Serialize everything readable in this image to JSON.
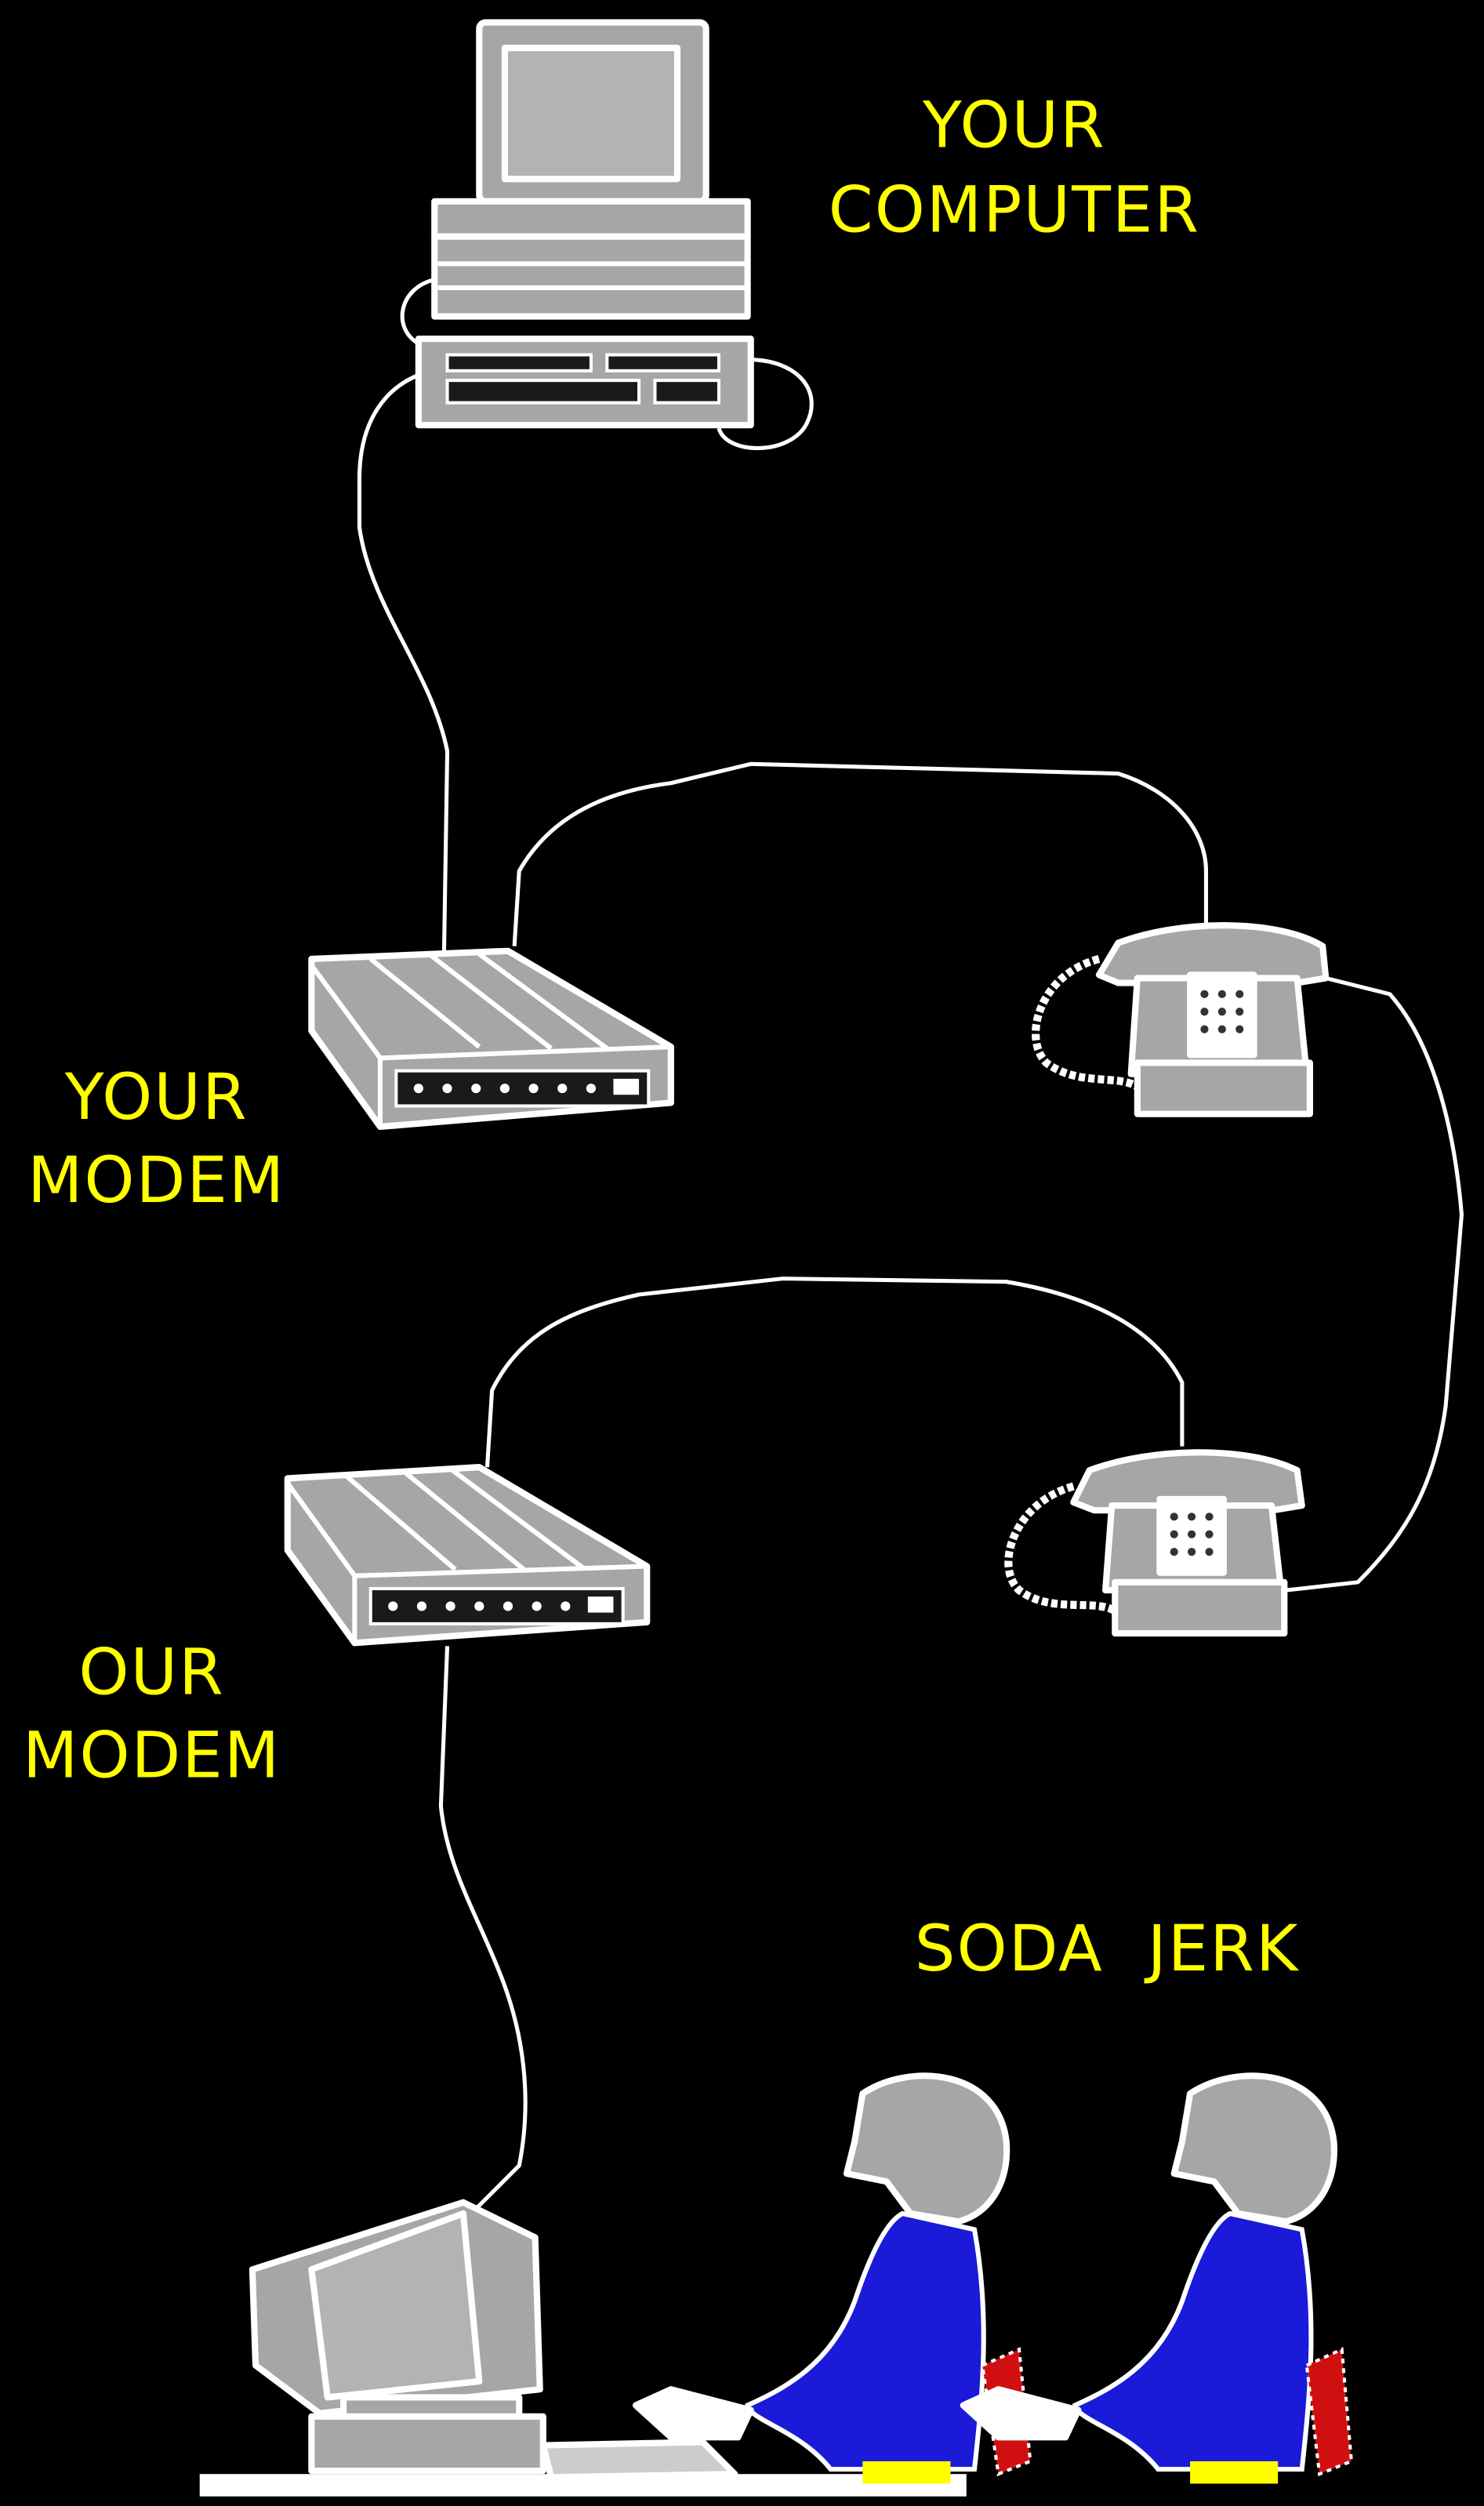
{
  "labels": {
    "your_computer": [
      "YOUR",
      "COMPUTER"
    ],
    "your_modem": [
      "YOUR",
      "MODEM"
    ],
    "our_modem": [
      "OUR",
      "MODEM"
    ],
    "soda_jerk": "SODA  JERK"
  },
  "colors": {
    "background": "#000000",
    "label": "#ffff00",
    "device": "#a6a6a6",
    "outline": "#ffffff",
    "shirt": "#1a1ad8",
    "pants_feet": "#ffff00"
  }
}
